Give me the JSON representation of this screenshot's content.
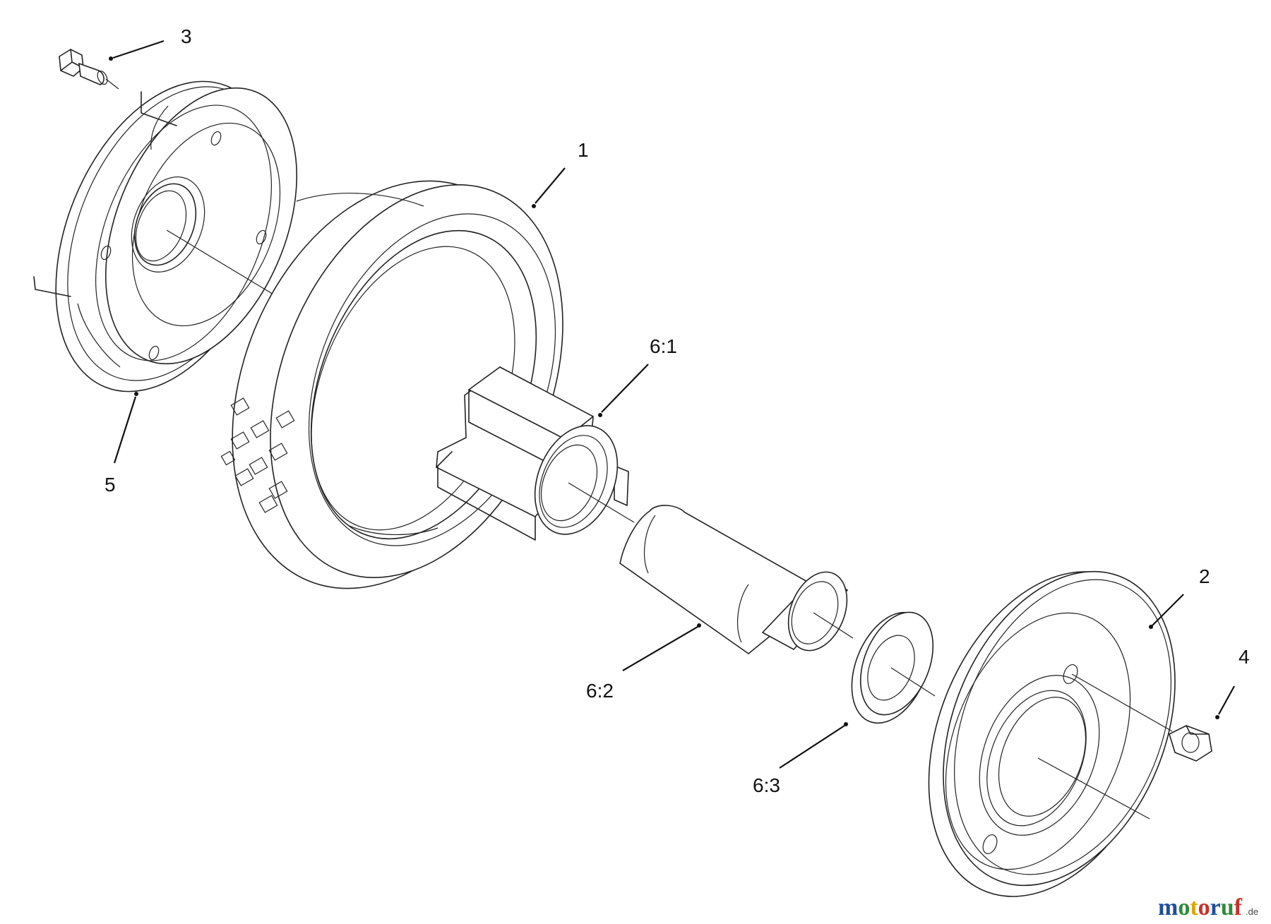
{
  "diagram": {
    "callouts": {
      "p1": "1",
      "p2": "2",
      "p3": "3",
      "p4": "4",
      "p5": "5",
      "p6_1": "6:1",
      "p6_2": "6:2",
      "p6_3": "6:3"
    }
  },
  "watermark": {
    "text": "motoruf",
    "suffix": ".de",
    "colors": [
      "#1f4e9c",
      "#2e8b3a",
      "#e0a400",
      "#c8302b",
      "#1f4e9c",
      "#2e8b3a",
      "#c8302b"
    ]
  }
}
